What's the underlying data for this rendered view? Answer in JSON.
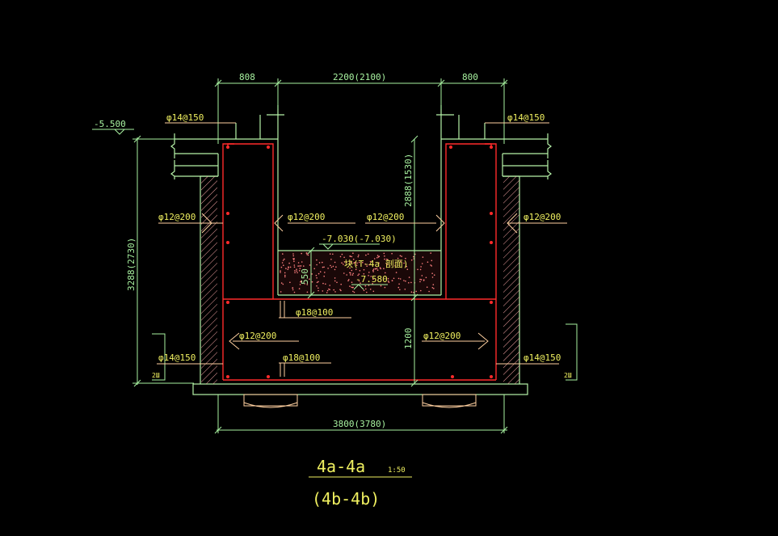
{
  "drawing": {
    "background": "#000000",
    "colors": {
      "outline": "#b6f2a8",
      "dimension": "#a8f2a0",
      "rebar": "#ff2a2a",
      "leader": "#ffd0a0",
      "label": "#f0f060",
      "hatch": "#f0a0a0",
      "fill_dots": "#ff8080"
    },
    "dims": {
      "top_left": "808",
      "top_mid": "2200(2100)",
      "top_right": "800",
      "left_height": "3288(2730)",
      "inner_height_top": "2888(1530)",
      "inner_height_bottom": "1200",
      "fill_depth": "550",
      "bottom_width": "3800(3780)"
    },
    "levels": {
      "top": "-5.500",
      "fill_top": "-7.030(-7.030)",
      "fill_bottom": "-7.580"
    },
    "rebar_labels": {
      "top_left": "φ14@150",
      "top_right": "φ14@150",
      "wall_left_outer": "φ12@200",
      "wall_left_inner": "φ12@200",
      "wall_right_inner": "φ12@200",
      "wall_right_outer": "φ12@200",
      "slab_top": "φ18@100",
      "slab_mid_left": "φ12@200",
      "slab_mid_right": "φ12@200",
      "slab_bottom": "φ18@100",
      "bottom_left": "φ14@150",
      "bottom_right": "φ14@150"
    },
    "small_marks": {
      "left": "2Ш",
      "right": "2Ш"
    },
    "fill_note": "块(T-4a 剖面)",
    "title": {
      "main": "4a-4a",
      "scale": "1:50",
      "sub": "(4b-4b)"
    }
  }
}
